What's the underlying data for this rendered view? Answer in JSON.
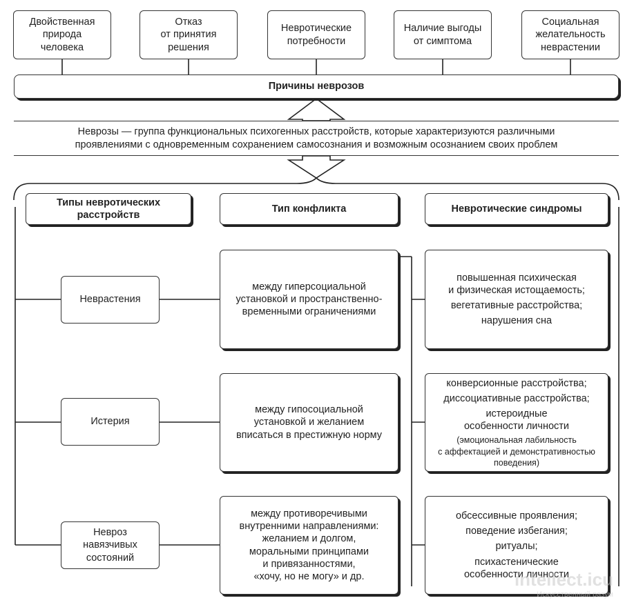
{
  "causes": [
    "Двойственная\nприрода\nчеловека",
    "Отказ\nот принятия\nрешения",
    "Невротические\nпотребности",
    "Наличие выгоды\nот симптома",
    "Социальная\nжелательность\nневрастении"
  ],
  "causes_title": "Причины неврозов",
  "definition": "Неврозы — группа функциональных психогенных расстройств, которые характеризуются различными\nпроявлениями с одновременным сохранением самосознания и возможным осознанием своих проблем",
  "headers": {
    "types": "Типы невротических\nрасстройств",
    "conflict": "Тип конфликта",
    "syndromes": "Невротические синдромы"
  },
  "rows": [
    {
      "type": "Неврастения",
      "conflict": "между гиперсоциальной\nустановкой и пространственно-\nвременными ограничениями",
      "syndromes": [
        "повышенная психическая\nи физическая истощаемость;",
        "вегетативные расстройства;",
        "нарушения сна"
      ],
      "syndromes_note": ""
    },
    {
      "type": "Истерия",
      "conflict": "между гипосоциальной\nустановкой и желанием\nвписаться в престижную норму",
      "syndromes": [
        "конверсионные расстройства;",
        "диссоциативные расстройства;",
        "истероидные\nособенности личности"
      ],
      "syndromes_note": "(эмоциональная лабильность\nс аффектацией и демонстративностью\nповедения)"
    },
    {
      "type": "Невроз\nнавязчивых\nсостояний",
      "conflict": "между противоречивыми\nвнутренними направлениями:\nжеланием и долгом,\nморальными принципами\nи привязанностями,\n«хочу, но не могу» и др.",
      "syndromes": [
        "обсессивные проявления;",
        "поведение избегания;",
        "ритуалы;",
        "психастенические\nособенности личности"
      ],
      "syndromes_note": ""
    }
  ],
  "watermark": {
    "main": "intellect.icu",
    "sub": "Искусственный разум"
  }
}
